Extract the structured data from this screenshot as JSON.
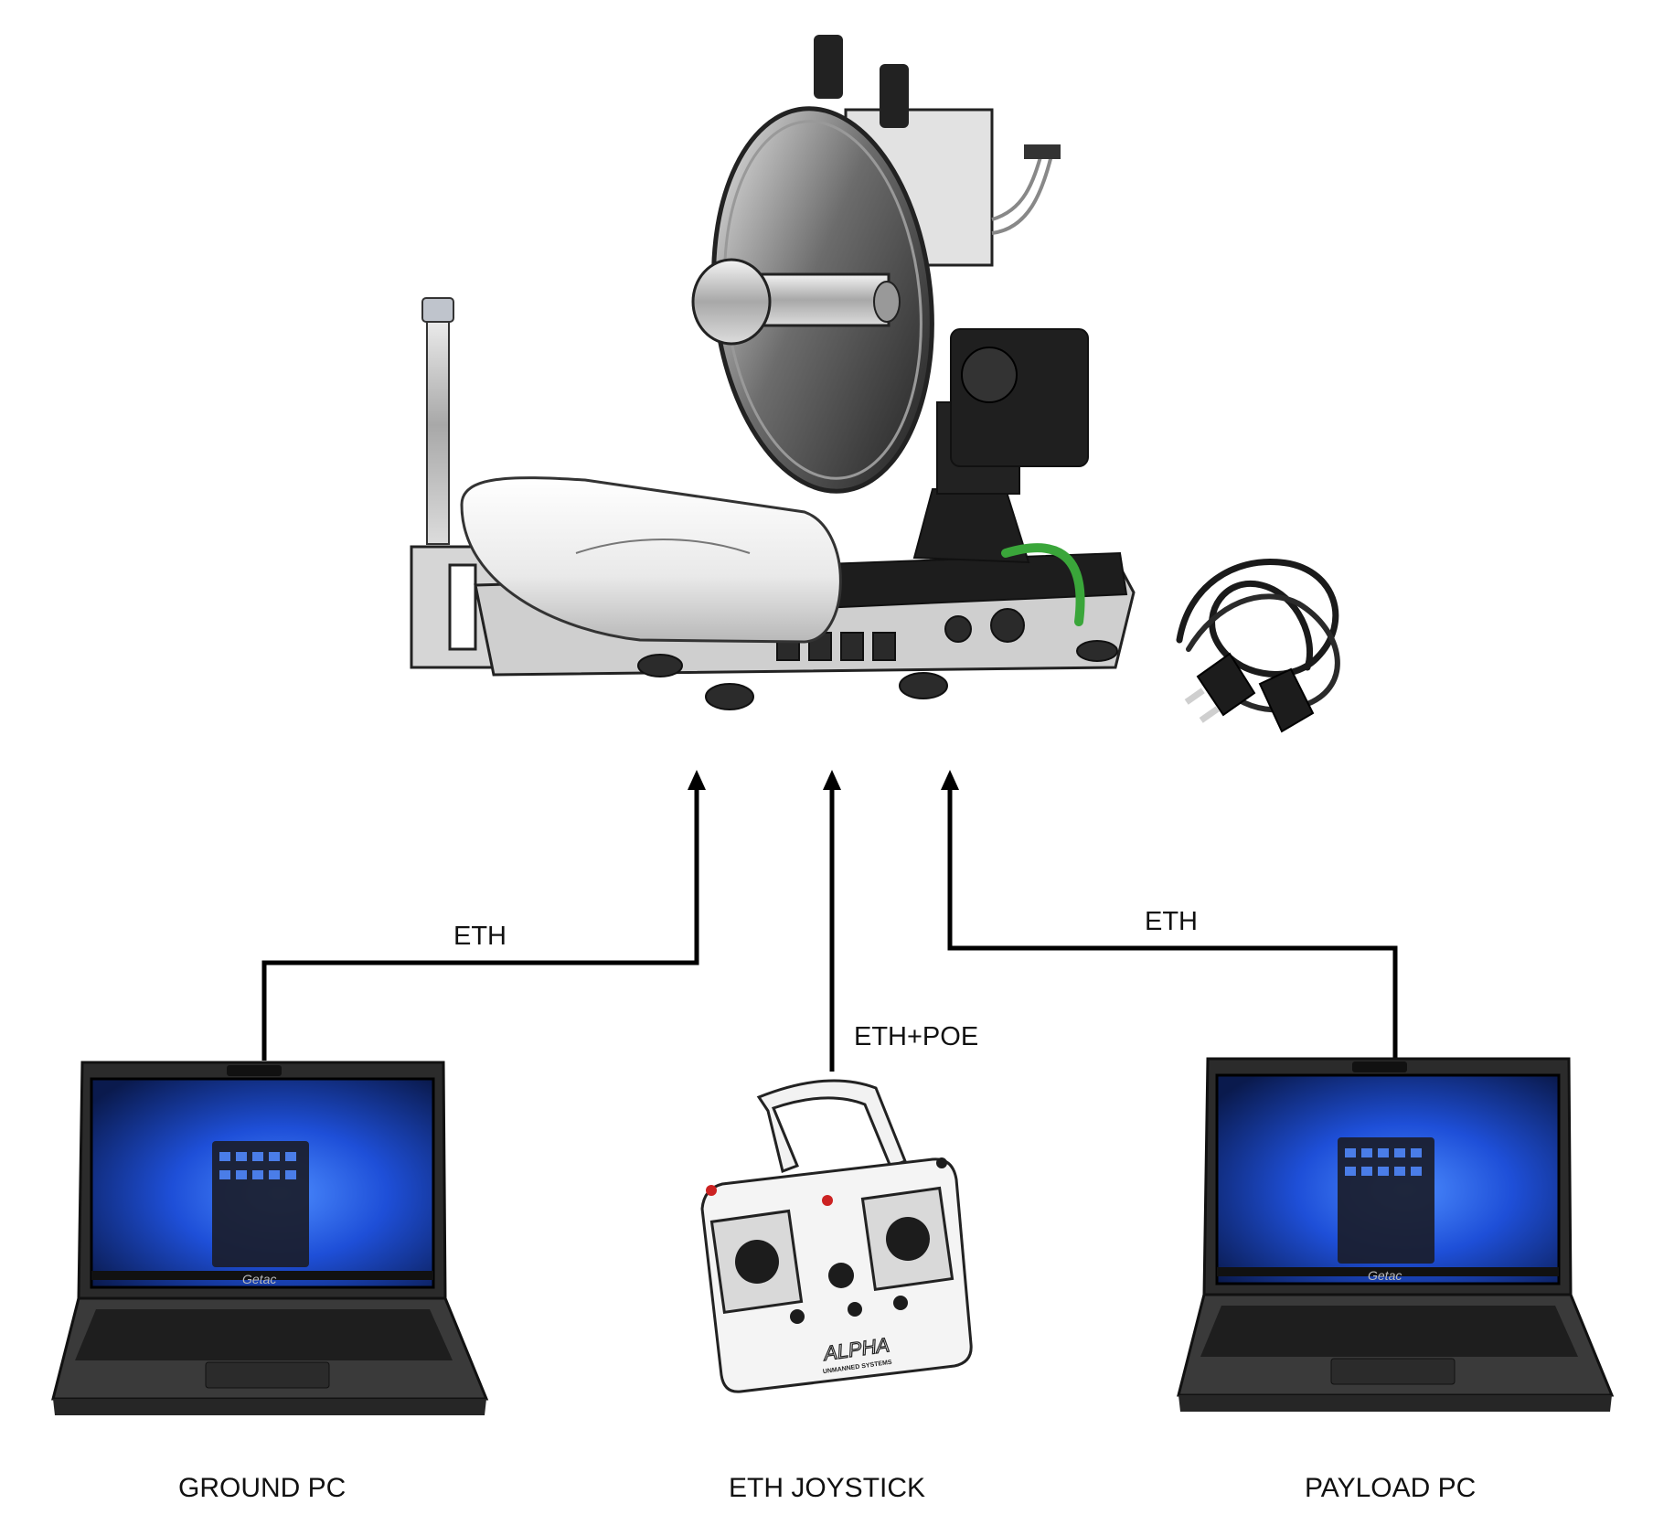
{
  "devices": {
    "ground_station": {
      "icon": "tracking-antenna-ground-station-icon"
    },
    "power_cable": {
      "icon": "power-cable-icon"
    },
    "ground_pc": {
      "label": "GROUND PC",
      "icon": "rugged-laptop-icon"
    },
    "joystick": {
      "label": "ETH JOYSTICK",
      "icon": "joystick-controller-icon",
      "brand": "ALPHA",
      "brand_sub": "UNMANNED SYSTEMS"
    },
    "payload_pc": {
      "label": "PAYLOAD PC",
      "icon": "rugged-laptop-icon"
    },
    "laptop_brand": "Getac"
  },
  "links": {
    "ground_pc": "ETH",
    "joystick": "ETH+POE",
    "payload_pc": "ETH"
  },
  "colors": {
    "line": "#000000",
    "cable_green": "#3aa63a",
    "screen_blue": "#1e4fd8"
  }
}
